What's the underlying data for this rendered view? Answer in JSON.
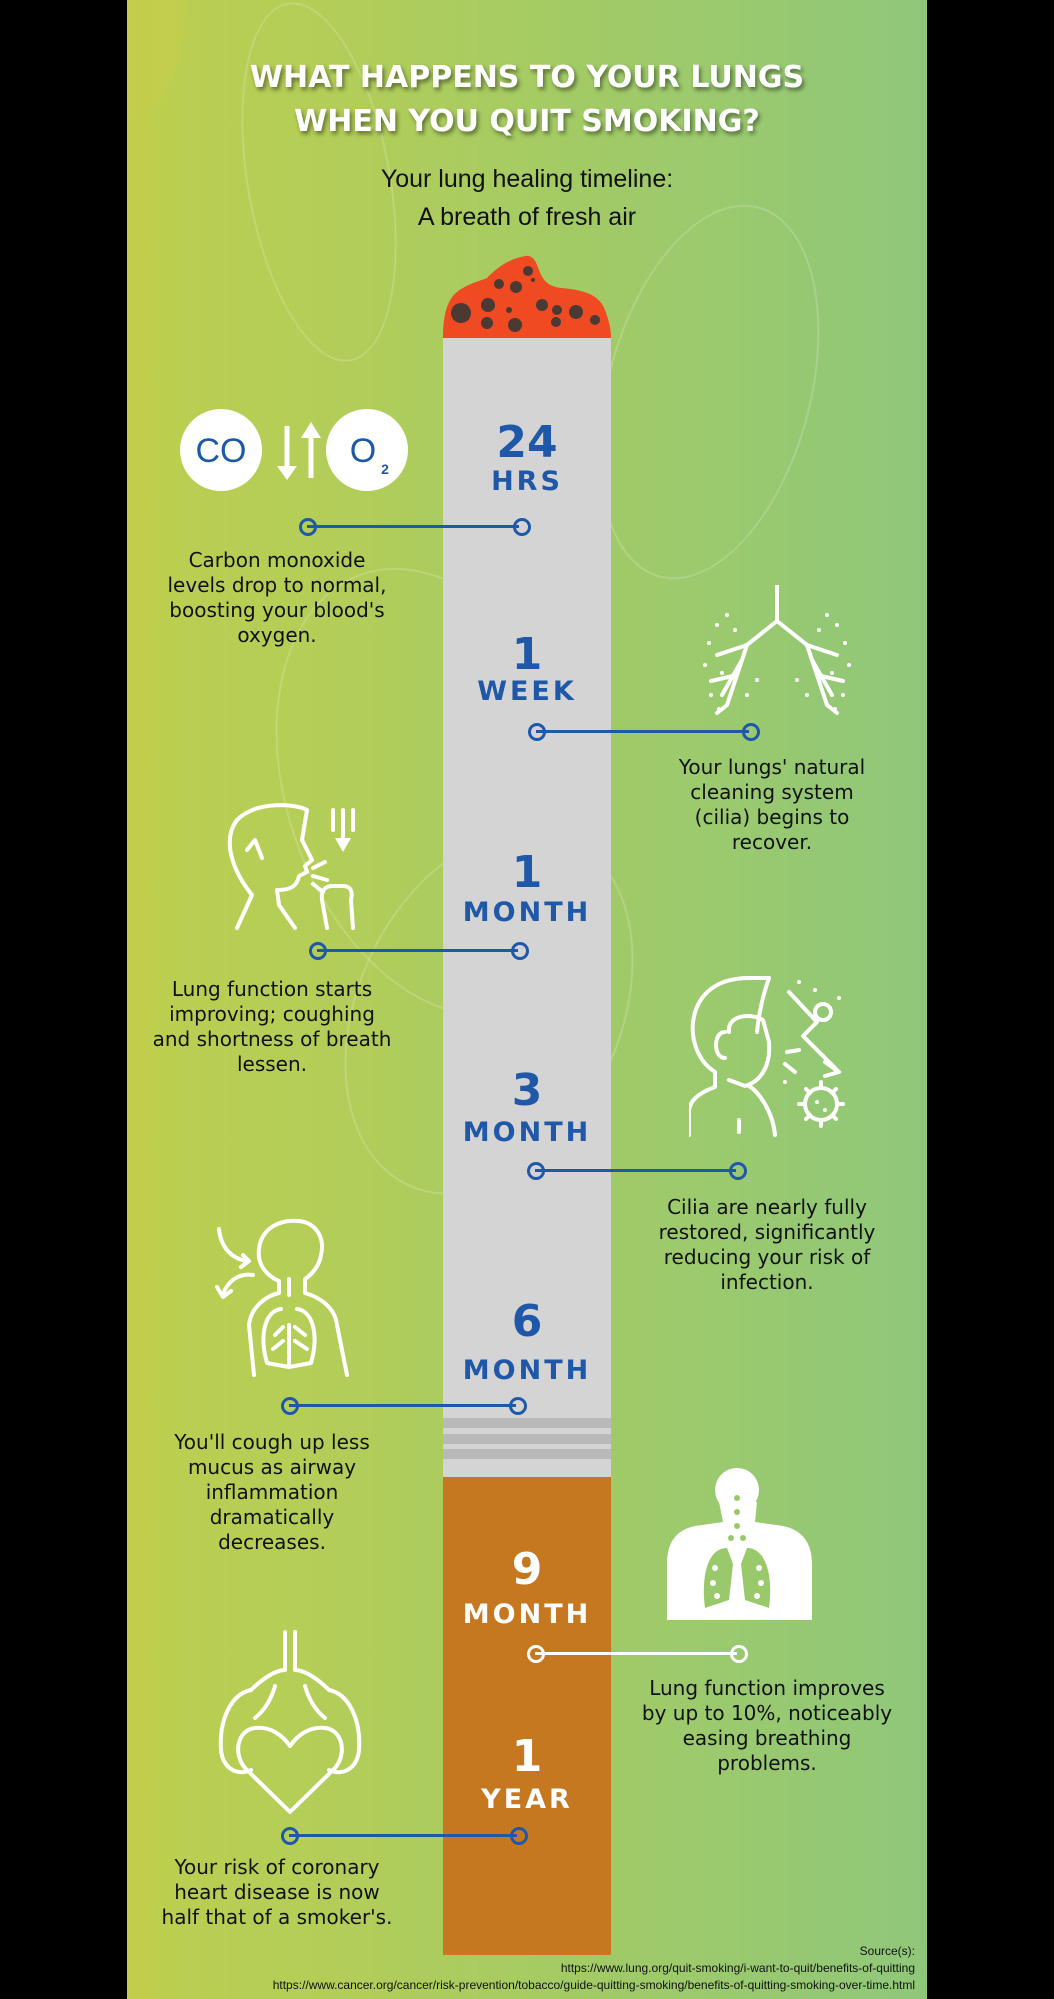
{
  "header": {
    "title_line1": "WHAT HAPPENS TO YOUR LUNGS",
    "title_line2": "WHEN YOU QUIT SMOKING?",
    "subtitle_line1": "Your lung healing timeline:",
    "subtitle_line2": "A breath of fresh air"
  },
  "colors": {
    "accent_blue": "#1f58a8",
    "cigarette_paper": "#d4d4d4",
    "cigarette_filter": "#c57820",
    "ember": "#ef4a22",
    "background_left": "#bccf4f",
    "background_right": "#8fc77a"
  },
  "timeline": [
    {
      "number": "24",
      "unit": "HRS",
      "side": "left",
      "icon": "co-o2-exchange-icon",
      "icon_text_co": "CO",
      "icon_text_o": "O",
      "icon_text_sub": "2",
      "lines": [
        "Carbon monoxide",
        "levels drop to normal,",
        "boosting your blood's",
        "oxygen."
      ]
    },
    {
      "number": "1",
      "unit": "WEEK",
      "side": "right",
      "icon": "lungs-bronchi-icon",
      "lines": [
        "Your lungs' natural",
        "cleaning system",
        "(cilia) begins to",
        "recover."
      ]
    },
    {
      "number": "1",
      "unit": "MONTH",
      "side": "left",
      "icon": "person-coughing-icon",
      "lines": [
        "Lung function starts",
        "improving; coughing",
        "and shortness of breath",
        "lessen."
      ]
    },
    {
      "number": "3",
      "unit": "MONTH",
      "side": "right",
      "icon": "person-mask-virus-icon",
      "lines": [
        "Cilia are nearly fully",
        "restored, significantly",
        "reducing your risk of",
        "infection."
      ]
    },
    {
      "number": "6",
      "unit": "MONTH",
      "side": "left",
      "icon": "respiratory-system-icon",
      "lines": [
        "You'll cough up less",
        "mucus as airway",
        "inflammation",
        "dramatically",
        "decreases."
      ]
    },
    {
      "number": "9",
      "unit": "MONTH",
      "side": "right",
      "icon": "chest-lungs-icon",
      "lines": [
        "Lung function improves",
        "by up to 10%, noticeably",
        "easing breathing",
        "problems."
      ]
    },
    {
      "number": "1",
      "unit": "YEAR",
      "side": "left",
      "icon": "heart-lungs-icon",
      "lines": [
        "Your risk of coronary",
        "heart disease is now",
        "half that of a smoker's."
      ]
    }
  ],
  "sources": {
    "label": "Source(s):",
    "links": [
      "https://www.lung.org/quit-smoking/i-want-to-quit/benefits-of-quitting",
      "https://www.cancer.org/cancer/risk-prevention/tobacco/guide-quitting-smoking/benefits-of-quitting-smoking-over-time.html"
    ]
  }
}
